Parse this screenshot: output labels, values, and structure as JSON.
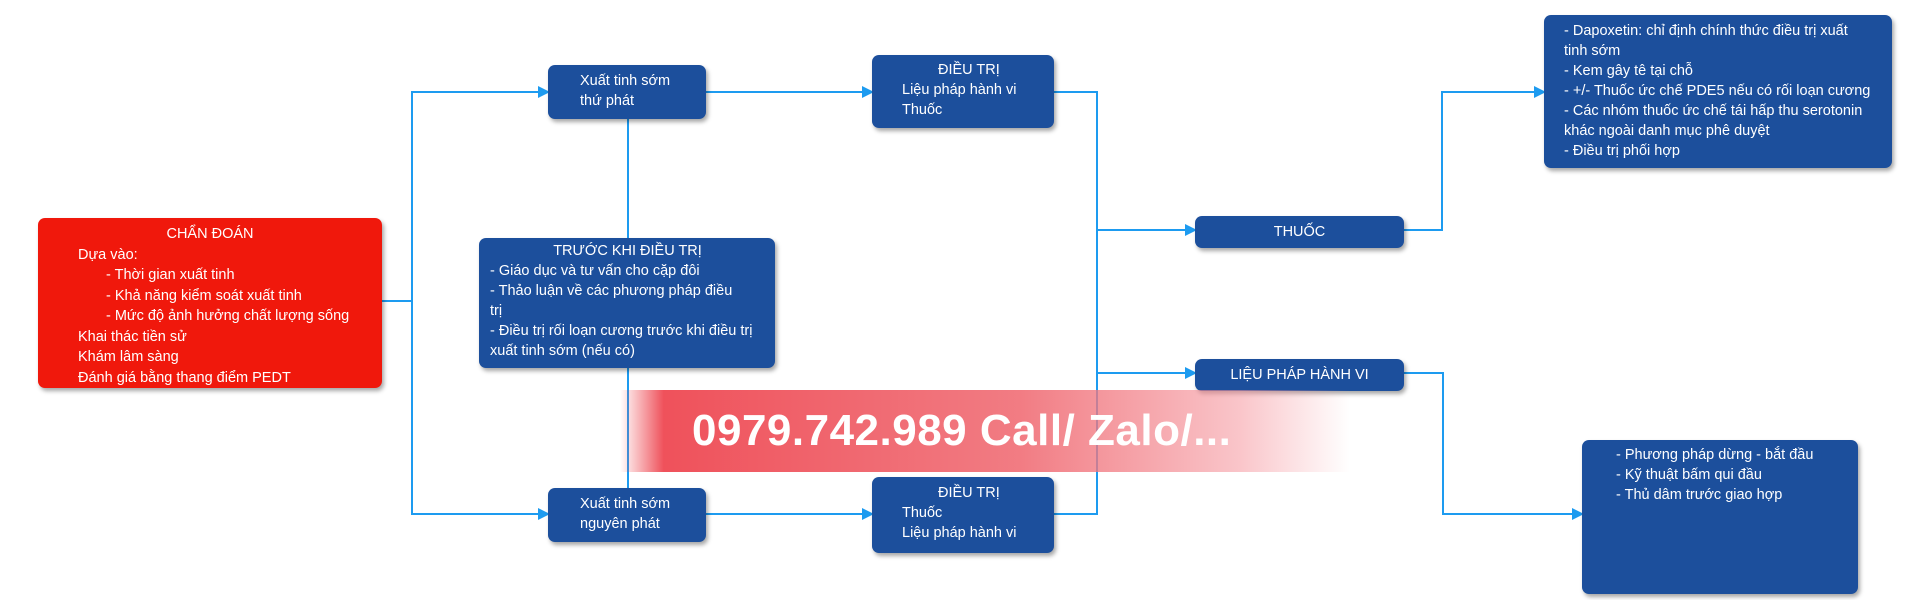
{
  "diagnosis": {
    "title": "CHẨN ĐOÁN",
    "lines": [
      "Dựa vào:",
      "- Thời gian xuất tinh",
      "- Khả năng kiểm soát xuất tinh",
      "- Mức độ ảnh hưởng chất lượng sống",
      "Khai thác tiền sử",
      "Khám lâm sàng",
      "Đánh giá bằng thang điểm PEDT"
    ]
  },
  "secondary": {
    "line1": "Xuất tinh sớm",
    "line2": "thứ phát"
  },
  "primary": {
    "line1": "Xuất tinh sớm",
    "line2": "nguyên phát"
  },
  "before_treatment": {
    "title": "TRƯỚC KHI ĐIỀU TRỊ",
    "lines": [
      "- Giáo dục và tư vấn cho cặp đôi",
      "- Thảo luận về các phương pháp điều trị",
      "- Điều trị rối loạn cương trước khi điều trị xuất tinh sớm (nếu có)"
    ]
  },
  "treatment_top": {
    "title": "ĐIỀU TRỊ",
    "line1": "Liệu pháp hành vi",
    "line2": "Thuốc"
  },
  "treatment_bottom": {
    "title": "ĐIỀU TRỊ",
    "line1": "Thuốc",
    "line2": "Liệu pháp hành vi"
  },
  "drug": {
    "label": "THUỐC"
  },
  "behavior": {
    "label": "LIỆU PHÁP HÀNH VI"
  },
  "drug_detail": {
    "lines": [
      "- Dapoxetin: chỉ định chính thức điều trị xuất tinh sớm",
      "- Kem gây tê tại chỗ",
      "- +/- Thuốc ức chế PDE5 nếu có rối loạn cương",
      "- Các nhóm thuốc ức chế tái hấp thu serotonin khác ngoài danh mục phê duyệt",
      "- Điều trị phối hợp"
    ]
  },
  "behavior_detail": {
    "lines": [
      "- Phương pháp dừng - bắt đầu",
      "- Kỹ thuật bấm qui đầu",
      "- Thủ dâm trước giao hợp"
    ]
  },
  "banner": {
    "text": "0979.742.989 Call/ Zalo/..."
  },
  "colors": {
    "node_blue": "#1c4f9c",
    "node_red": "#f0180c",
    "connector": "#1d9bf0"
  }
}
